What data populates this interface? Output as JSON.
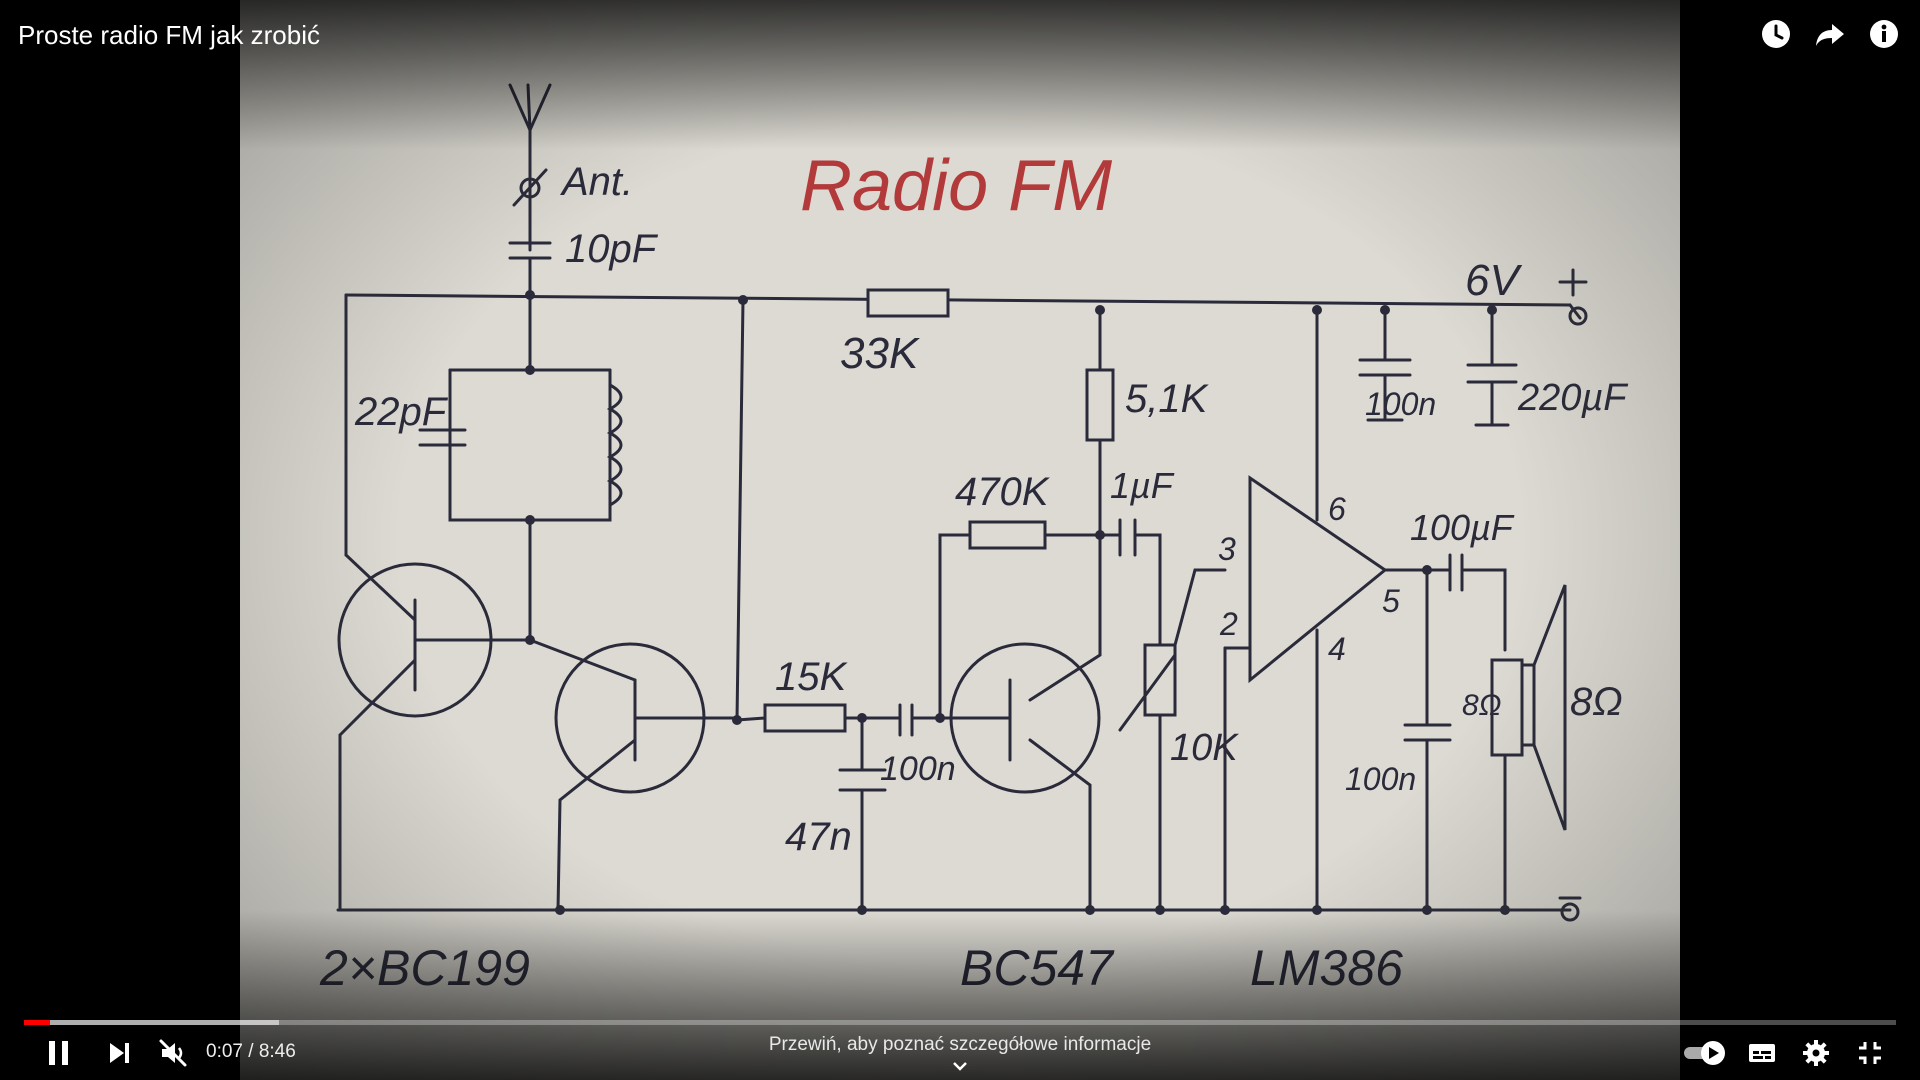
{
  "video": {
    "title": "Proste radio FM jak zrobić",
    "progress_fraction": 0.0138,
    "buffered_fraction": 0.136
  },
  "top_controls": {
    "icons": [
      "watch-later-icon",
      "share-icon",
      "info-icon"
    ]
  },
  "player_controls": {
    "time_display": "0:07 / 8:46",
    "seek_hint": "Przewiń, aby poznać szczegółowe informacje",
    "icons": [
      "pause-icon",
      "next-icon",
      "mute-icon",
      "autoplay-toggle-icon",
      "subtitles-icon",
      "settings-icon",
      "exit-fullscreen-icon"
    ]
  },
  "schematic": {
    "title": "Radio FM",
    "labels": {
      "antenna": "Ant.",
      "c_antenna": "10pF",
      "c_tank": "22pF",
      "supply": "6V",
      "plus": "+",
      "r_33k": "33K",
      "r_5k1": "5,1K",
      "r_470k": "470K",
      "c_1uf": "1µF",
      "r_15k": "15K",
      "c_100n_a": "100n",
      "c_47n": "47n",
      "pot_10k": "10K",
      "c_100n_supply": "100n",
      "c_220uf": "220µF",
      "c_100uf": "100µF",
      "c_100n_out": "100n",
      "r_8ohm": "8Ω",
      "speaker": "8Ω",
      "pin3": "3",
      "pin2": "2",
      "pin6": "6",
      "pin4": "4",
      "pin5": "5",
      "part1": "2×BC199",
      "part2": "BC547",
      "part3": "LM386"
    },
    "colors": {
      "ink": "#2a2a3a",
      "title_ink": "#b23a3a",
      "paper": "#dcdad2"
    }
  }
}
